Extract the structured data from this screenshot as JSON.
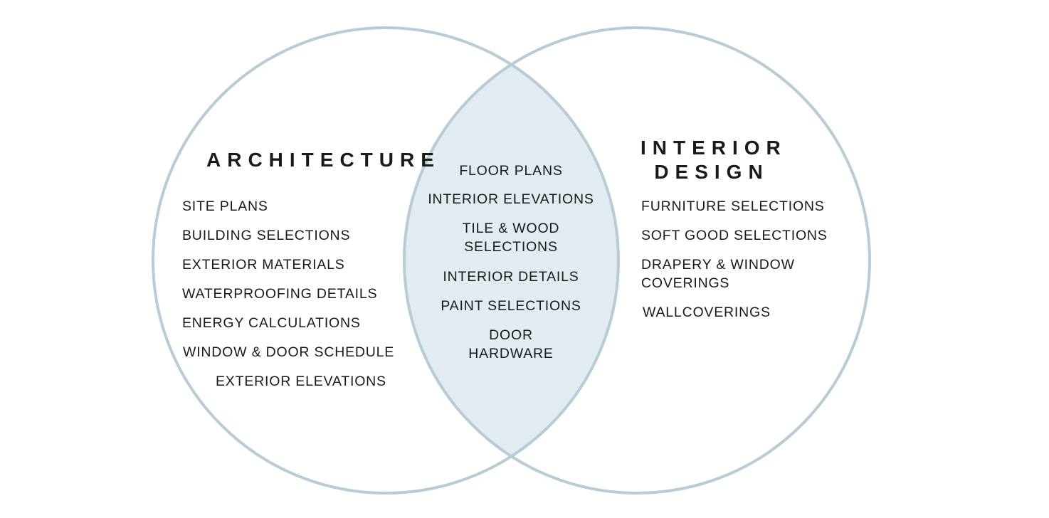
{
  "colors": {
    "stroke": "#b8ccd6",
    "overlap_fill": "#e2ebf0",
    "text": "#1a1a1a"
  },
  "left": {
    "title": "ARCHITECTURE",
    "items": [
      "SITE PLANS",
      "BUILDING SELECTIONS",
      "EXTERIOR MATERIALS",
      "WATERPROOFING DETAILS",
      "ENERGY CALCULATIONS",
      "WINDOW & DOOR SCHEDULE",
      "EXTERIOR ELEVATIONS"
    ]
  },
  "overlap": {
    "items": [
      "FLOOR PLANS",
      "INTERIOR ELEVATIONS",
      "TILE & WOOD",
      "SELECTIONS",
      "INTERIOR DETAILS",
      "PAINT SELECTIONS",
      "DOOR",
      "HARDWARE"
    ]
  },
  "right": {
    "title_line1": "INTERIOR",
    "title_line2": "DESIGN",
    "items": [
      "FURNITURE SELECTIONS",
      "SOFT GOOD SELECTIONS",
      "DRAPERY & WINDOW",
      "COVERINGS",
      "WALLCOVERINGS"
    ]
  }
}
